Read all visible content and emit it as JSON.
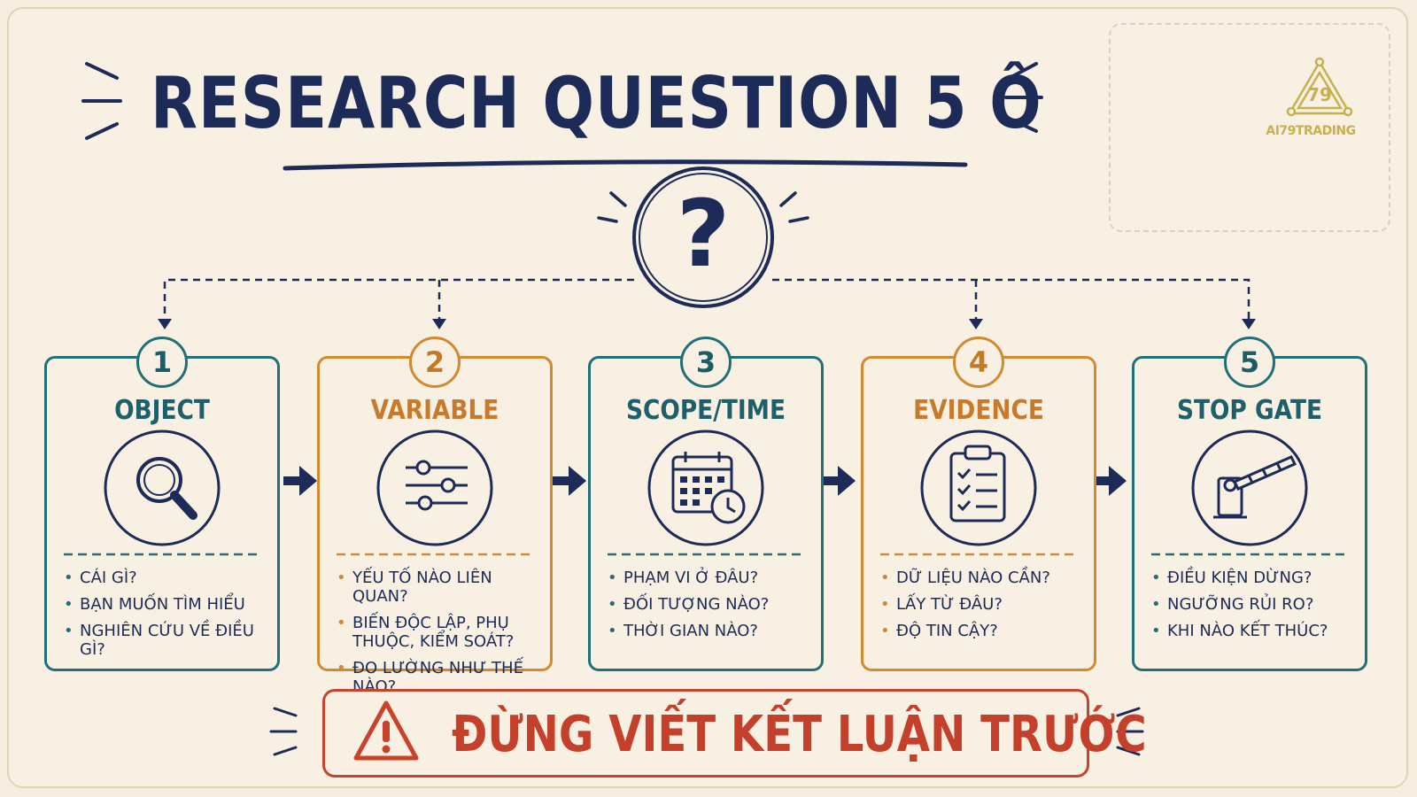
{
  "title": "RESEARCH QUESTION 5 Ô",
  "logo": {
    "text": "AI79TRADING",
    "mark": "79"
  },
  "center_icon": "question-mark-icon",
  "colors": {
    "navy": "#1c2b57",
    "teal": "#236f78",
    "orange": "#d3892f",
    "red": "#c9432b"
  },
  "cards": [
    {
      "number": "1",
      "title": "OBJECT",
      "icon": "magnifier-icon",
      "color": "teal",
      "bullets": [
        "CÁI GÌ?",
        "BẠN MUỐN TÌM HIỂU",
        "NGHIÊN CỨU VỀ ĐIỀU GÌ?"
      ]
    },
    {
      "number": "2",
      "title": "VARIABLE",
      "icon": "sliders-icon",
      "color": "orange",
      "bullets": [
        "YẾU TỐ NÀO LIÊN QUAN?",
        "BIẾN ĐỘC LẬP, PHỤ THUỘC, KIỂM SOÁT?",
        "ĐO LƯỜNG NHƯ THẾ NÀO?"
      ]
    },
    {
      "number": "3",
      "title": "SCOPE/TIME",
      "icon": "calendar-clock-icon",
      "color": "teal",
      "bullets": [
        "PHẠM VI Ở ĐÂU?",
        "ĐỐI TƯỢNG NÀO?",
        "THỜI GIAN NÀO?"
      ]
    },
    {
      "number": "4",
      "title": "EVIDENCE",
      "icon": "clipboard-checklist-icon",
      "color": "orange",
      "bullets": [
        "DỮ LIỆU NÀO CẦN?",
        "LẤY TỪ ĐÂU?",
        "ĐỘ TIN CẬY?"
      ]
    },
    {
      "number": "5",
      "title": "STOP GATE",
      "icon": "barrier-gate-icon",
      "color": "teal",
      "bullets": [
        "ĐIỀU KIỆN DỪNG?",
        "NGƯỠNG RỦI RO?",
        "KHI NÀO KẾT THÚC?"
      ]
    }
  ],
  "warning": {
    "text": "ĐỪNG VIẾT KẾT LUẬN TRƯỚC",
    "icon": "warning-triangle-icon"
  }
}
